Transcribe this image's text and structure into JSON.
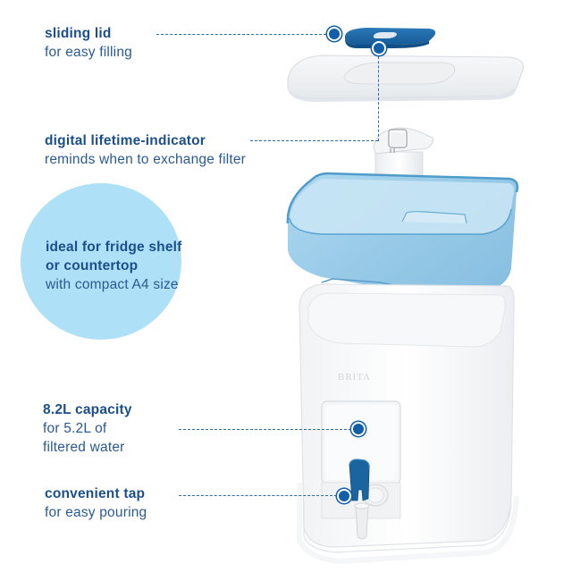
{
  "product": {
    "brand_mark": "BRITA"
  },
  "callouts": [
    {
      "id": "sliding-lid",
      "title": "sliding lid",
      "lines": [
        "for easy filling"
      ]
    },
    {
      "id": "lifetime-indicator",
      "title": "digital lifetime-indicator",
      "lines": [
        "reminds when to exchange filter"
      ]
    },
    {
      "id": "compact-size",
      "title_lines": [
        "ideal for fridge shelf",
        "or countertop"
      ],
      "lines": [
        "with compact A4 size"
      ]
    },
    {
      "id": "capacity",
      "title": "8.2L capacity",
      "lines": [
        "for 5.2L of",
        "filtered water"
      ]
    },
    {
      "id": "tap",
      "title": "convenient tap",
      "lines": [
        "for easy pouring"
      ]
    }
  ],
  "colors": {
    "text_title": "#1b4f8c",
    "text_sub": "#2a5a92",
    "accent_blue": "#135ea8",
    "lid_blue": "#1f6aa8",
    "funnel_blue": "#8cc4e4",
    "bubble": "#aee0f7",
    "dash": "#2d6aa3"
  }
}
